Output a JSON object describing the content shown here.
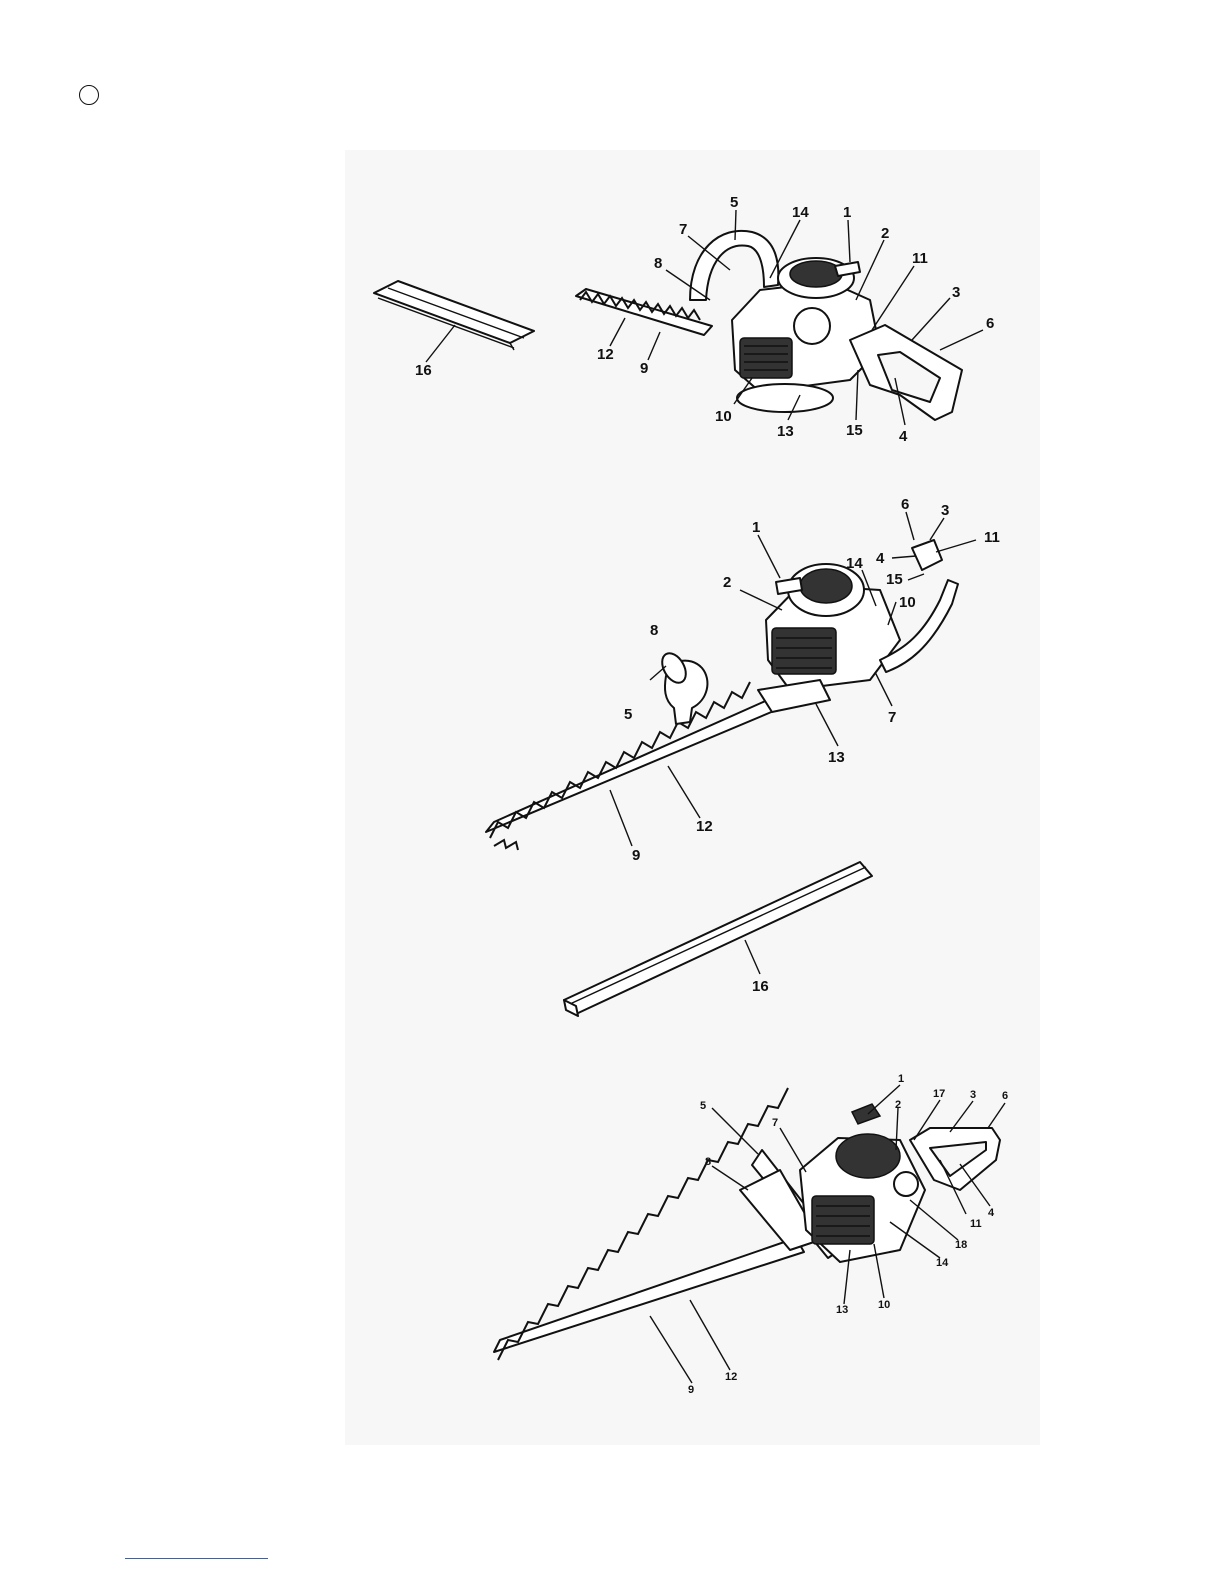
{
  "figure1": {
    "labels": {
      "n1": "1",
      "n2": "2",
      "n3": "3",
      "n4": "4",
      "n5": "5",
      "n6": "6",
      "n7": "7",
      "n8": "8",
      "n9": "9",
      "n10": "10",
      "n11": "11",
      "n12": "12",
      "n13": "13",
      "n14": "14",
      "n15": "15",
      "n16": "16"
    }
  },
  "figure2": {
    "labels": {
      "n1": "1",
      "n2": "2",
      "n3": "3",
      "n4": "4",
      "n5": "5",
      "n6": "6",
      "n7": "7",
      "n8": "8",
      "n9": "9",
      "n10": "10",
      "n11": "11",
      "n12": "12",
      "n13": "13",
      "n14": "14",
      "n15": "15",
      "n16": "16"
    }
  },
  "figure3": {
    "labels": {
      "n1": "1",
      "n2": "2",
      "n3": "3",
      "n4": "4",
      "n5": "5",
      "n6": "6",
      "n7": "7",
      "n8": "8",
      "n9": "9",
      "n10": "10",
      "n11": "11",
      "n12": "12",
      "n13": "13",
      "n14": "14",
      "n17": "17",
      "n18": "18"
    }
  }
}
